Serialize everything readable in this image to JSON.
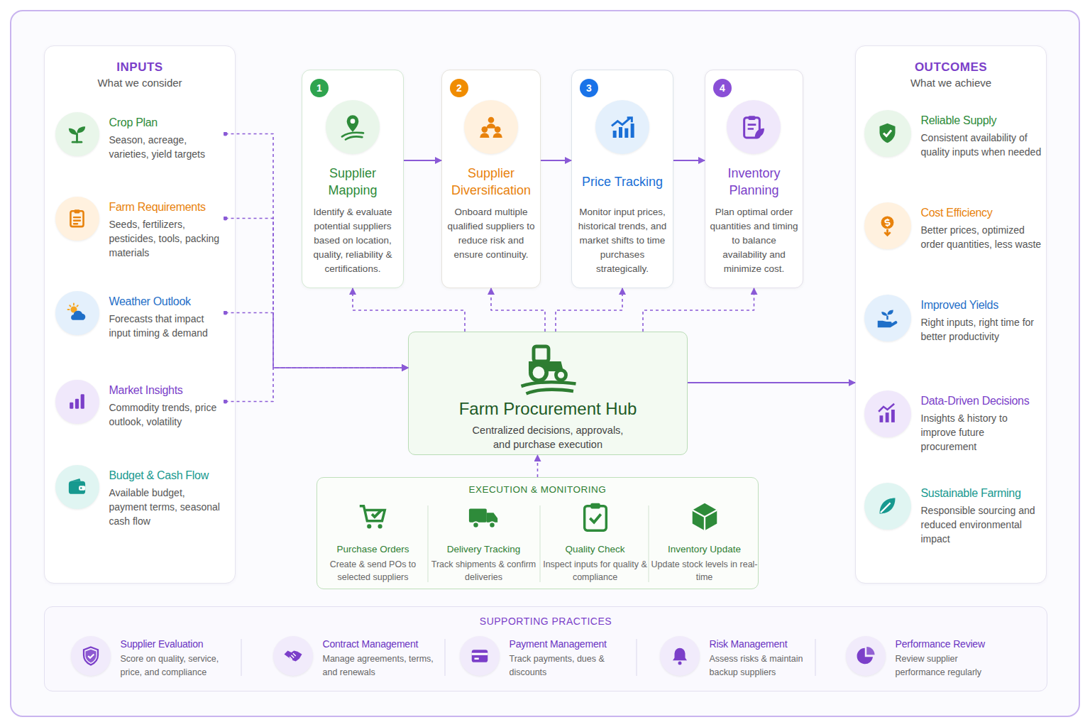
{
  "diagram": {
    "nodes": [
      {
        "text": [
          "INPUTS",
          "What we consider"
        ]
      },
      {
        "text": [
          "Crop Plan",
          "Season, acreage, varieties, yield targets"
        ],
        "in": 0
      },
      {
        "text": [
          "Farm Requirements",
          "Seeds, fertilizers, pesticides, tools, packing materials"
        ],
        "in": 0
      },
      {
        "text": [
          "Weather Outlook",
          "Forecasts that impact input timing & demand"
        ],
        "in": 0
      },
      {
        "text": [
          "Market Insights",
          "Commodity trends, price outlook, volatility"
        ],
        "in": 0
      },
      {
        "text": [
          "Budget & Cash Flow",
          "Available budget, payment terms, seasonal cash flow"
        ],
        "in": 0
      },
      {
        "text": [
          "1",
          "Supplier Mapping",
          "Identify & evaluate potential suppliers based on location, quality, reliability & certifications."
        ]
      },
      {
        "text": [
          "2",
          "Supplier Diversification",
          "Onboard multiple qualified suppliers to reduce risk and ensure continuity."
        ]
      },
      {
        "text": [
          "3",
          "Price Tracking",
          "Monitor input prices, historical trends, and market shifts to time purchases strategically."
        ]
      },
      {
        "text": [
          "4",
          "Inventory Planning",
          "Plan optimal order quantities and timing to balance availability and minimize cost."
        ]
      },
      {
        "text": [
          "OUTCOMES",
          "What we achieve"
        ]
      },
      {
        "text": [
          "Reliable Supply",
          "Consistent availability of quality inputs when needed"
        ],
        "in": 10
      },
      {
        "text": [
          "Cost Efficiency",
          "Better prices, optimized order quantities, less waste"
        ],
        "in": 10
      },
      {
        "text": [
          "Improved Yields",
          "Right inputs, right time for better productivity"
        ],
        "in": 10
      },
      {
        "text": [
          "Data-Driven Decisions",
          "Insights & history to improve future procurement"
        ],
        "in": 10
      },
      {
        "text": [
          "Sustainable Farming",
          "Responsible sourcing and reduced environmental impact"
        ],
        "in": 10
      },
      {
        "text": [
          "Farm Procurement Hub",
          "Centralized decisions, approvals, and purchase execution"
        ]
      },
      {
        "text": [
          "EXECUTION & MONITORING"
        ]
      },
      {
        "text": [
          "Purchase Orders",
          "Create & send POs to selected suppliers"
        ],
        "in": 17
      },
      {
        "text": [
          "Delivery Tracking",
          "Track shipments & confirm deliveries"
        ],
        "in": 17
      },
      {
        "text": [
          "Quality Check",
          "Inspect inputs for quality & compliance"
        ],
        "in": 17
      },
      {
        "text": [
          "Inventory Update",
          "Update stock levels in real-time"
        ],
        "in": 17
      },
      {
        "text": [
          "SUPPORTING PRACTICES"
        ]
      },
      {
        "text": [
          "Supplier Evaluation",
          "Score on quality, service, price, and compliance"
        ],
        "in": 22
      },
      {
        "text": [
          "Contract Management",
          "Manage agreements, terms, and renewals"
        ],
        "in": 22
      },
      {
        "text": [
          "Payment Management",
          "Track payments, dues & discounts"
        ],
        "in": 22
      },
      {
        "text": [
          "Risk Management",
          "Assess risks & maintain backup suppliers"
        ],
        "in": 22
      },
      {
        "text": [
          "Performance Review",
          "Review supplier performance regularly"
        ],
        "in": 22
      }
    ],
    "edges": [
      {
        "from": 1,
        "to": 16,
        "arrow": "to"
      },
      {
        "from": 2,
        "to": 16,
        "arrow": "to"
      },
      {
        "from": 3,
        "to": 16,
        "arrow": "to"
      },
      {
        "from": 4,
        "to": 16,
        "arrow": "to"
      },
      {
        "from": 6,
        "to": 7,
        "arrow": "to"
      },
      {
        "from": 7,
        "to": 8,
        "arrow": "to"
      },
      {
        "from": 8,
        "to": 9,
        "arrow": "to"
      },
      {
        "from": 16,
        "to": 6,
        "arrow": "to"
      },
      {
        "from": 16,
        "to": 7,
        "arrow": "to"
      },
      {
        "from": 16,
        "to": 8,
        "arrow": "to"
      },
      {
        "from": 16,
        "to": 9,
        "arrow": "to"
      },
      {
        "from": 16,
        "to": 10,
        "arrow": "to"
      },
      {
        "from": 17,
        "to": 16,
        "arrow": "to"
      }
    ]
  }
}
